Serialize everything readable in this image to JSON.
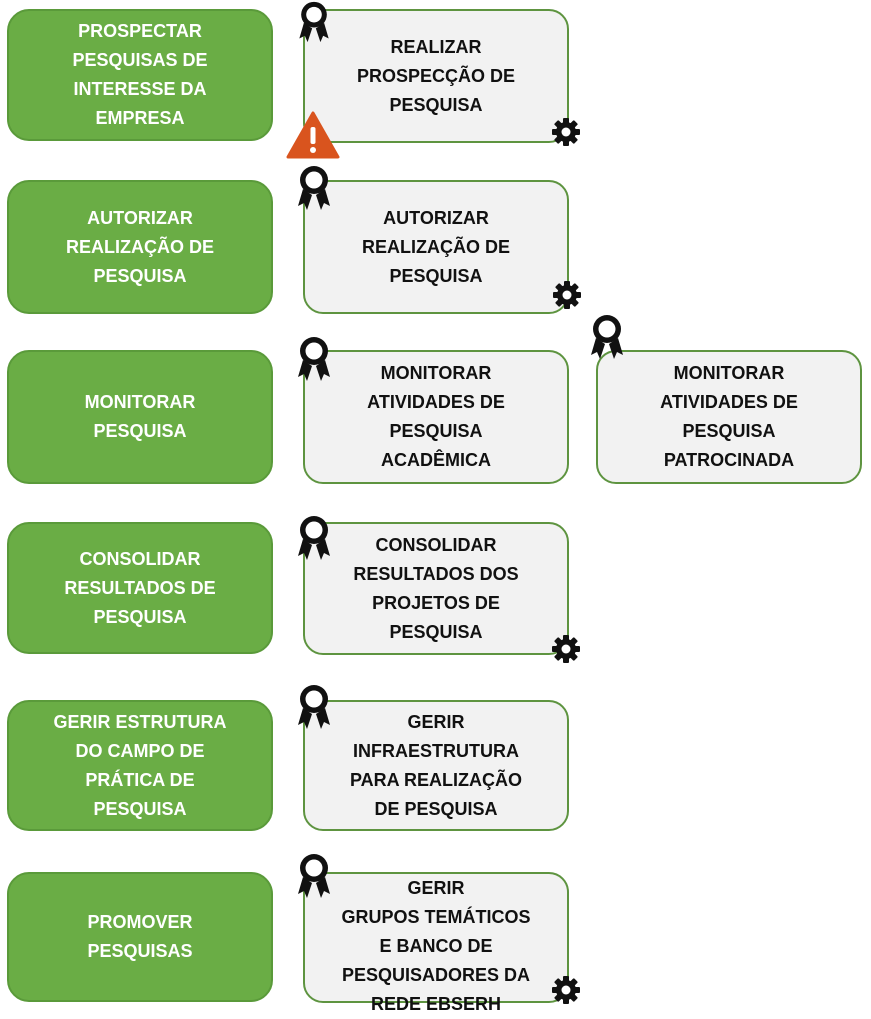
{
  "processes": [
    {
      "label": "PROSPECTAR\nPESQUISAS DE\nINTERESSE DA\nEMPRESA"
    },
    {
      "label": "AUTORIZAR\nREALIZAÇÃO DE\nPESQUISA"
    },
    {
      "label": "MONITORAR\nPESQUISA"
    },
    {
      "label": "CONSOLIDAR\nRESULTADOS DE\nPESQUISA"
    },
    {
      "label": "GERIR ESTRUTURA\nDO CAMPO DE\nPRÁTICA DE\nPESQUISA"
    },
    {
      "label": "PROMOVER\nPESQUISAS"
    }
  ],
  "activities": [
    {
      "label": "REALIZAR\nPROSPECÇÃO DE\nPESQUISA",
      "icons": [
        "award-icon",
        "gear-icon",
        "warning-icon"
      ]
    },
    {
      "label": "AUTORIZAR\nREALIZAÇÃO DE\nPESQUISA",
      "icons": [
        "award-icon",
        "gear-icon"
      ]
    },
    {
      "label": "MONITORAR\nATIVIDADES DE\nPESQUISA\nACADÊMICA",
      "icons": [
        "award-icon"
      ]
    },
    {
      "label": "MONITORAR\nATIVIDADES DE\nPESQUISA\nPATROCINADA",
      "icons": [
        "award-icon"
      ]
    },
    {
      "label": "CONSOLIDAR\nRESULTADOS DOS\nPROJETOS DE\nPESQUISA",
      "icons": [
        "award-icon",
        "gear-icon"
      ]
    },
    {
      "label": "GERIR\nINFRAESTRUTURA\nPARA REALIZAÇÃO\nDE PESQUISA",
      "icons": [
        "award-icon"
      ]
    },
    {
      "label": "GERIR\nGRUPOS TEMÁTICOS\nE BANCO DE\nPESQUISADORES DA\nREDE EBSERH",
      "icons": [
        "award-icon",
        "gear-icon"
      ]
    }
  ],
  "colors": {
    "process_fill": "#6aad45",
    "activity_fill": "#f2f2f2",
    "activity_border": "#5e9440",
    "warning": "#d9541e",
    "icon": "#111111"
  }
}
